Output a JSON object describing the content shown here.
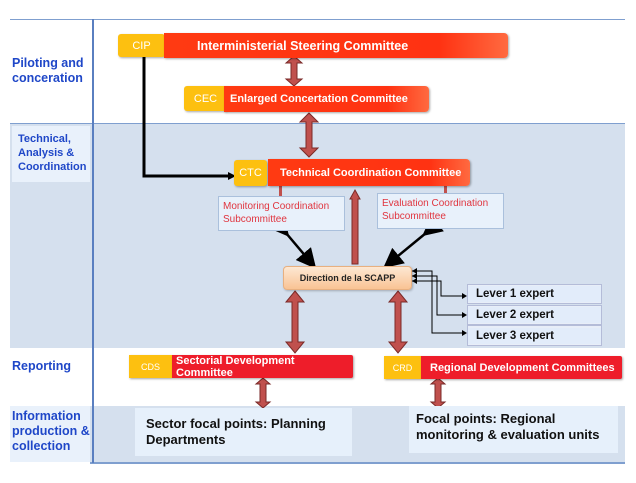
{
  "rows": [
    {
      "id": "piloting",
      "label_lines": [
        "Piloting and",
        "conceration"
      ]
    },
    {
      "id": "technical",
      "label_lines": [
        "Technical,",
        "Analysis &",
        "Coordination"
      ]
    },
    {
      "id": "reporting",
      "label_lines": [
        "Reporting"
      ]
    },
    {
      "id": "information",
      "label_lines": [
        "Information",
        "production &",
        "collection"
      ]
    }
  ],
  "committees": {
    "cip": {
      "code": "CIP",
      "name": "Interministerial Steering Committee"
    },
    "cec": {
      "code": "CEC",
      "name": "Enlarged Concertation Committee"
    },
    "ctc": {
      "code": "CTC",
      "name": "Technical Coordination Committee"
    },
    "cds": {
      "code": "CDS",
      "name": "Sectorial Development Committee"
    },
    "crd": {
      "code": "CRD",
      "name": "Regional Development Committees"
    }
  },
  "subcommittees": {
    "monitoring": {
      "line1": "Monitoring Coordination",
      "line2": "Subcommittee"
    },
    "evaluation": {
      "line1": "Evaluation Coordination",
      "line2": "Subcommittee"
    }
  },
  "scapp": {
    "label": "Direction de la SCAPP"
  },
  "levers": [
    {
      "label": "Lever 1 expert"
    },
    {
      "label": "Lever 2 expert"
    },
    {
      "label": "Lever 3 expert"
    }
  ],
  "focal_points": {
    "sector": {
      "line1": "Sector focal points: Planning",
      "line2": "Departments"
    },
    "regional": {
      "line1": "Focal points: Regional",
      "line2": "monitoring & evaluation units"
    }
  },
  "colors": {
    "row_label": "#1f47c8",
    "code_badge": "#fdc010",
    "committee_bar": "#ff3212",
    "reporting_bar": "#ee1d2a",
    "subcommittee_text": "#e0353f",
    "arrow_fill": "#c0504d",
    "band": "#d5e0ee"
  }
}
